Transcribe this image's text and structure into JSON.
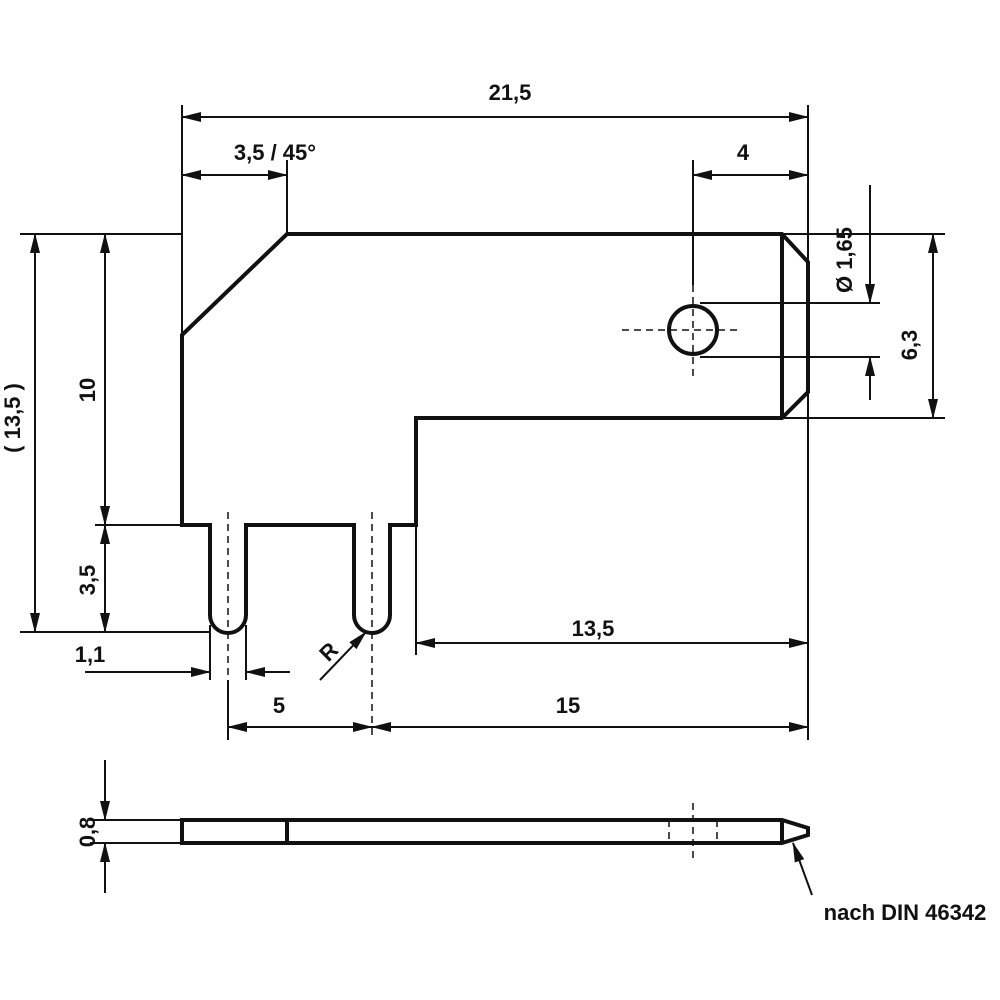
{
  "dimensions": {
    "overall_width": "21,5",
    "chamfer": "3,5 / 45°",
    "hole_offset": "4",
    "hole_diameter": "Ø 1,65",
    "tab_width": "6,3",
    "overall_height": "( 13,5 )",
    "body_height": "10",
    "slot_depth": "3,5",
    "slot_width": "1,1",
    "slot_radius": "R",
    "slot_pitch": "5",
    "tab_length": "13,5",
    "slot_to_edge": "15",
    "thickness": "0,8"
  },
  "note": "nach DIN 46342"
}
